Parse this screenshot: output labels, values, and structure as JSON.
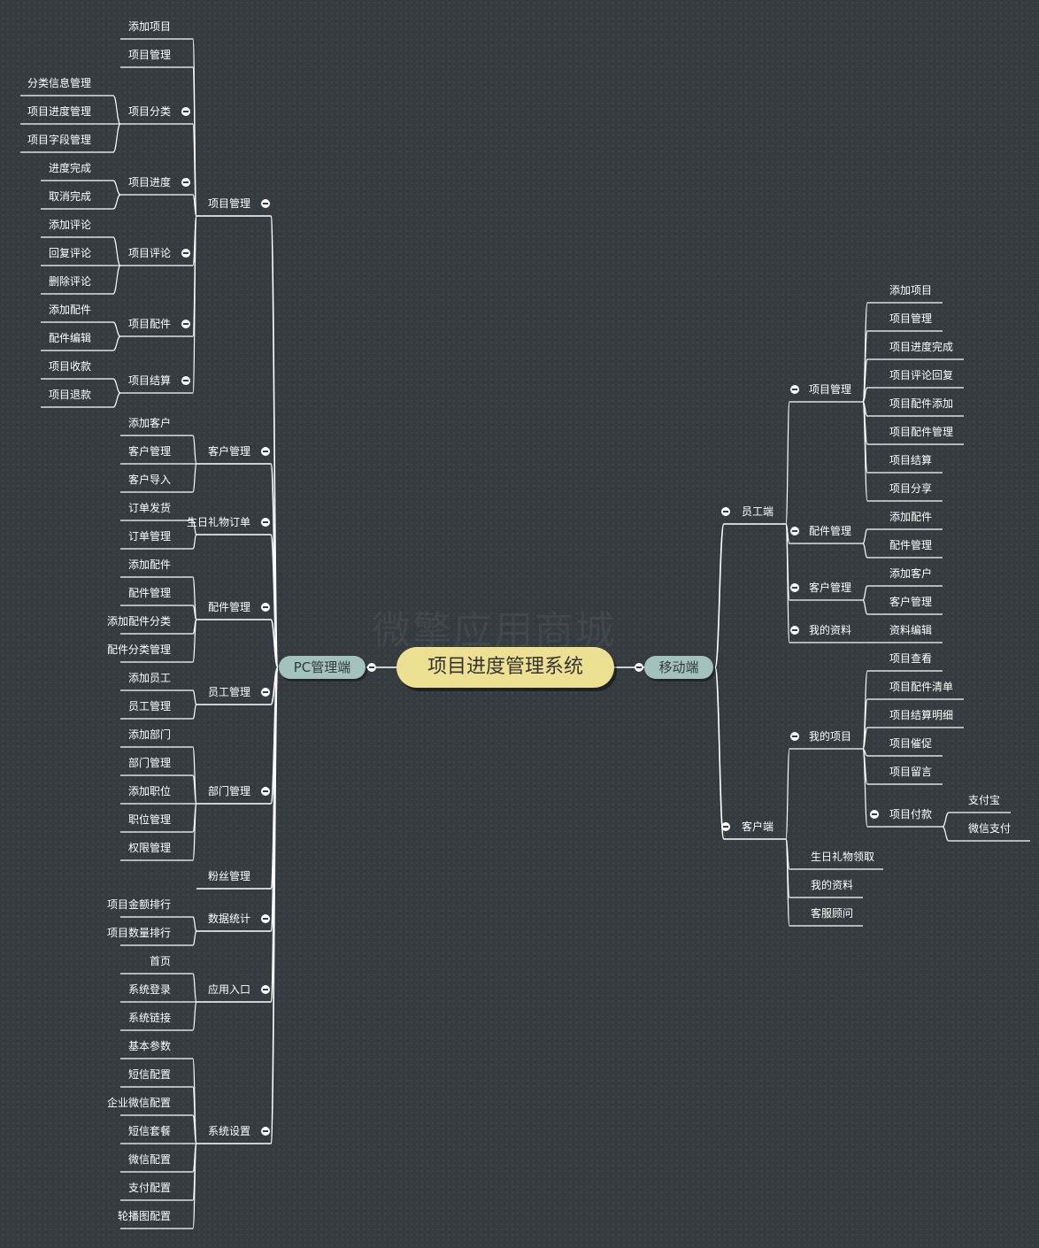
{
  "watermark": "微擎应用商城",
  "colors": {
    "background": "#353b3e",
    "root_fill": "#ede092",
    "branch_fill": "#a4c2bd",
    "line": "#ffffff",
    "text": "#ffffff"
  },
  "root": "项目进度管理系统",
  "left": {
    "label": "PC管理端",
    "children": [
      {
        "label": "项目管理",
        "children": [
          {
            "label": "添加项目"
          },
          {
            "label": "项目管理"
          },
          {
            "label": "项目分类",
            "children": [
              {
                "label": "分类信息管理"
              },
              {
                "label": "项目进度管理"
              },
              {
                "label": "项目字段管理"
              }
            ]
          },
          {
            "label": "项目进度",
            "children": [
              {
                "label": "进度完成"
              },
              {
                "label": "取消完成"
              }
            ]
          },
          {
            "label": "项目评论",
            "children": [
              {
                "label": "添加评论"
              },
              {
                "label": "回复评论"
              },
              {
                "label": "删除评论"
              }
            ]
          },
          {
            "label": "项目配件",
            "children": [
              {
                "label": "添加配件"
              },
              {
                "label": "配件编辑"
              }
            ]
          },
          {
            "label": "项目结算",
            "children": [
              {
                "label": "项目收款"
              },
              {
                "label": "项目退款"
              }
            ]
          }
        ]
      },
      {
        "label": "客户管理",
        "children": [
          {
            "label": "添加客户"
          },
          {
            "label": "客户管理"
          },
          {
            "label": "客户导入"
          }
        ]
      },
      {
        "label": "生日礼物订单",
        "children": [
          {
            "label": "订单发货"
          },
          {
            "label": "订单管理"
          }
        ]
      },
      {
        "label": "配件管理",
        "children": [
          {
            "label": "添加配件"
          },
          {
            "label": "配件管理"
          },
          {
            "label": "添加配件分类"
          },
          {
            "label": "配件分类管理"
          }
        ]
      },
      {
        "label": "员工管理",
        "children": [
          {
            "label": "添加员工"
          },
          {
            "label": "员工管理"
          }
        ]
      },
      {
        "label": "部门管理",
        "children": [
          {
            "label": "添加部门"
          },
          {
            "label": "部门管理"
          },
          {
            "label": "添加职位"
          },
          {
            "label": "职位管理"
          },
          {
            "label": "权限管理"
          }
        ]
      },
      {
        "label": "粉丝管理"
      },
      {
        "label": "数据统计",
        "children": [
          {
            "label": "项目金额排行"
          },
          {
            "label": "项目数量排行"
          }
        ]
      },
      {
        "label": "应用入口",
        "children": [
          {
            "label": "首页"
          },
          {
            "label": "系统登录"
          },
          {
            "label": "系统链接"
          }
        ]
      },
      {
        "label": "系统设置",
        "children": [
          {
            "label": "基本参数"
          },
          {
            "label": "短信配置"
          },
          {
            "label": "企业微信配置"
          },
          {
            "label": "短信套餐"
          },
          {
            "label": "微信配置"
          },
          {
            "label": "支付配置"
          },
          {
            "label": "轮播图配置"
          }
        ]
      }
    ]
  },
  "right": {
    "label": "移动端",
    "children": [
      {
        "label": "员工端",
        "children": [
          {
            "label": "项目管理",
            "children": [
              {
                "label": "添加项目"
              },
              {
                "label": "项目管理"
              },
              {
                "label": "项目进度完成"
              },
              {
                "label": "项目评论回复"
              },
              {
                "label": "项目配件添加"
              },
              {
                "label": "项目配件管理"
              },
              {
                "label": "项目结算"
              },
              {
                "label": "项目分享"
              }
            ]
          },
          {
            "label": "配件管理",
            "children": [
              {
                "label": "添加配件"
              },
              {
                "label": "配件管理"
              }
            ]
          },
          {
            "label": "客户管理",
            "children": [
              {
                "label": "添加客户"
              },
              {
                "label": "客户管理"
              }
            ]
          },
          {
            "label": "我的资料",
            "children": [
              {
                "label": "资料编辑"
              }
            ]
          }
        ]
      },
      {
        "label": "客户端",
        "children": [
          {
            "label": "我的项目",
            "children": [
              {
                "label": "项目查看"
              },
              {
                "label": "项目配件清单"
              },
              {
                "label": "项目结算明细"
              },
              {
                "label": "项目催促"
              },
              {
                "label": "项目留言"
              },
              {
                "label": "项目付款",
                "children": [
                  {
                    "label": "支付宝"
                  },
                  {
                    "label": "微信支付"
                  }
                ]
              }
            ]
          },
          {
            "label": "生日礼物领取"
          },
          {
            "label": "我的资料"
          },
          {
            "label": "客服顾问"
          }
        ]
      }
    ]
  }
}
